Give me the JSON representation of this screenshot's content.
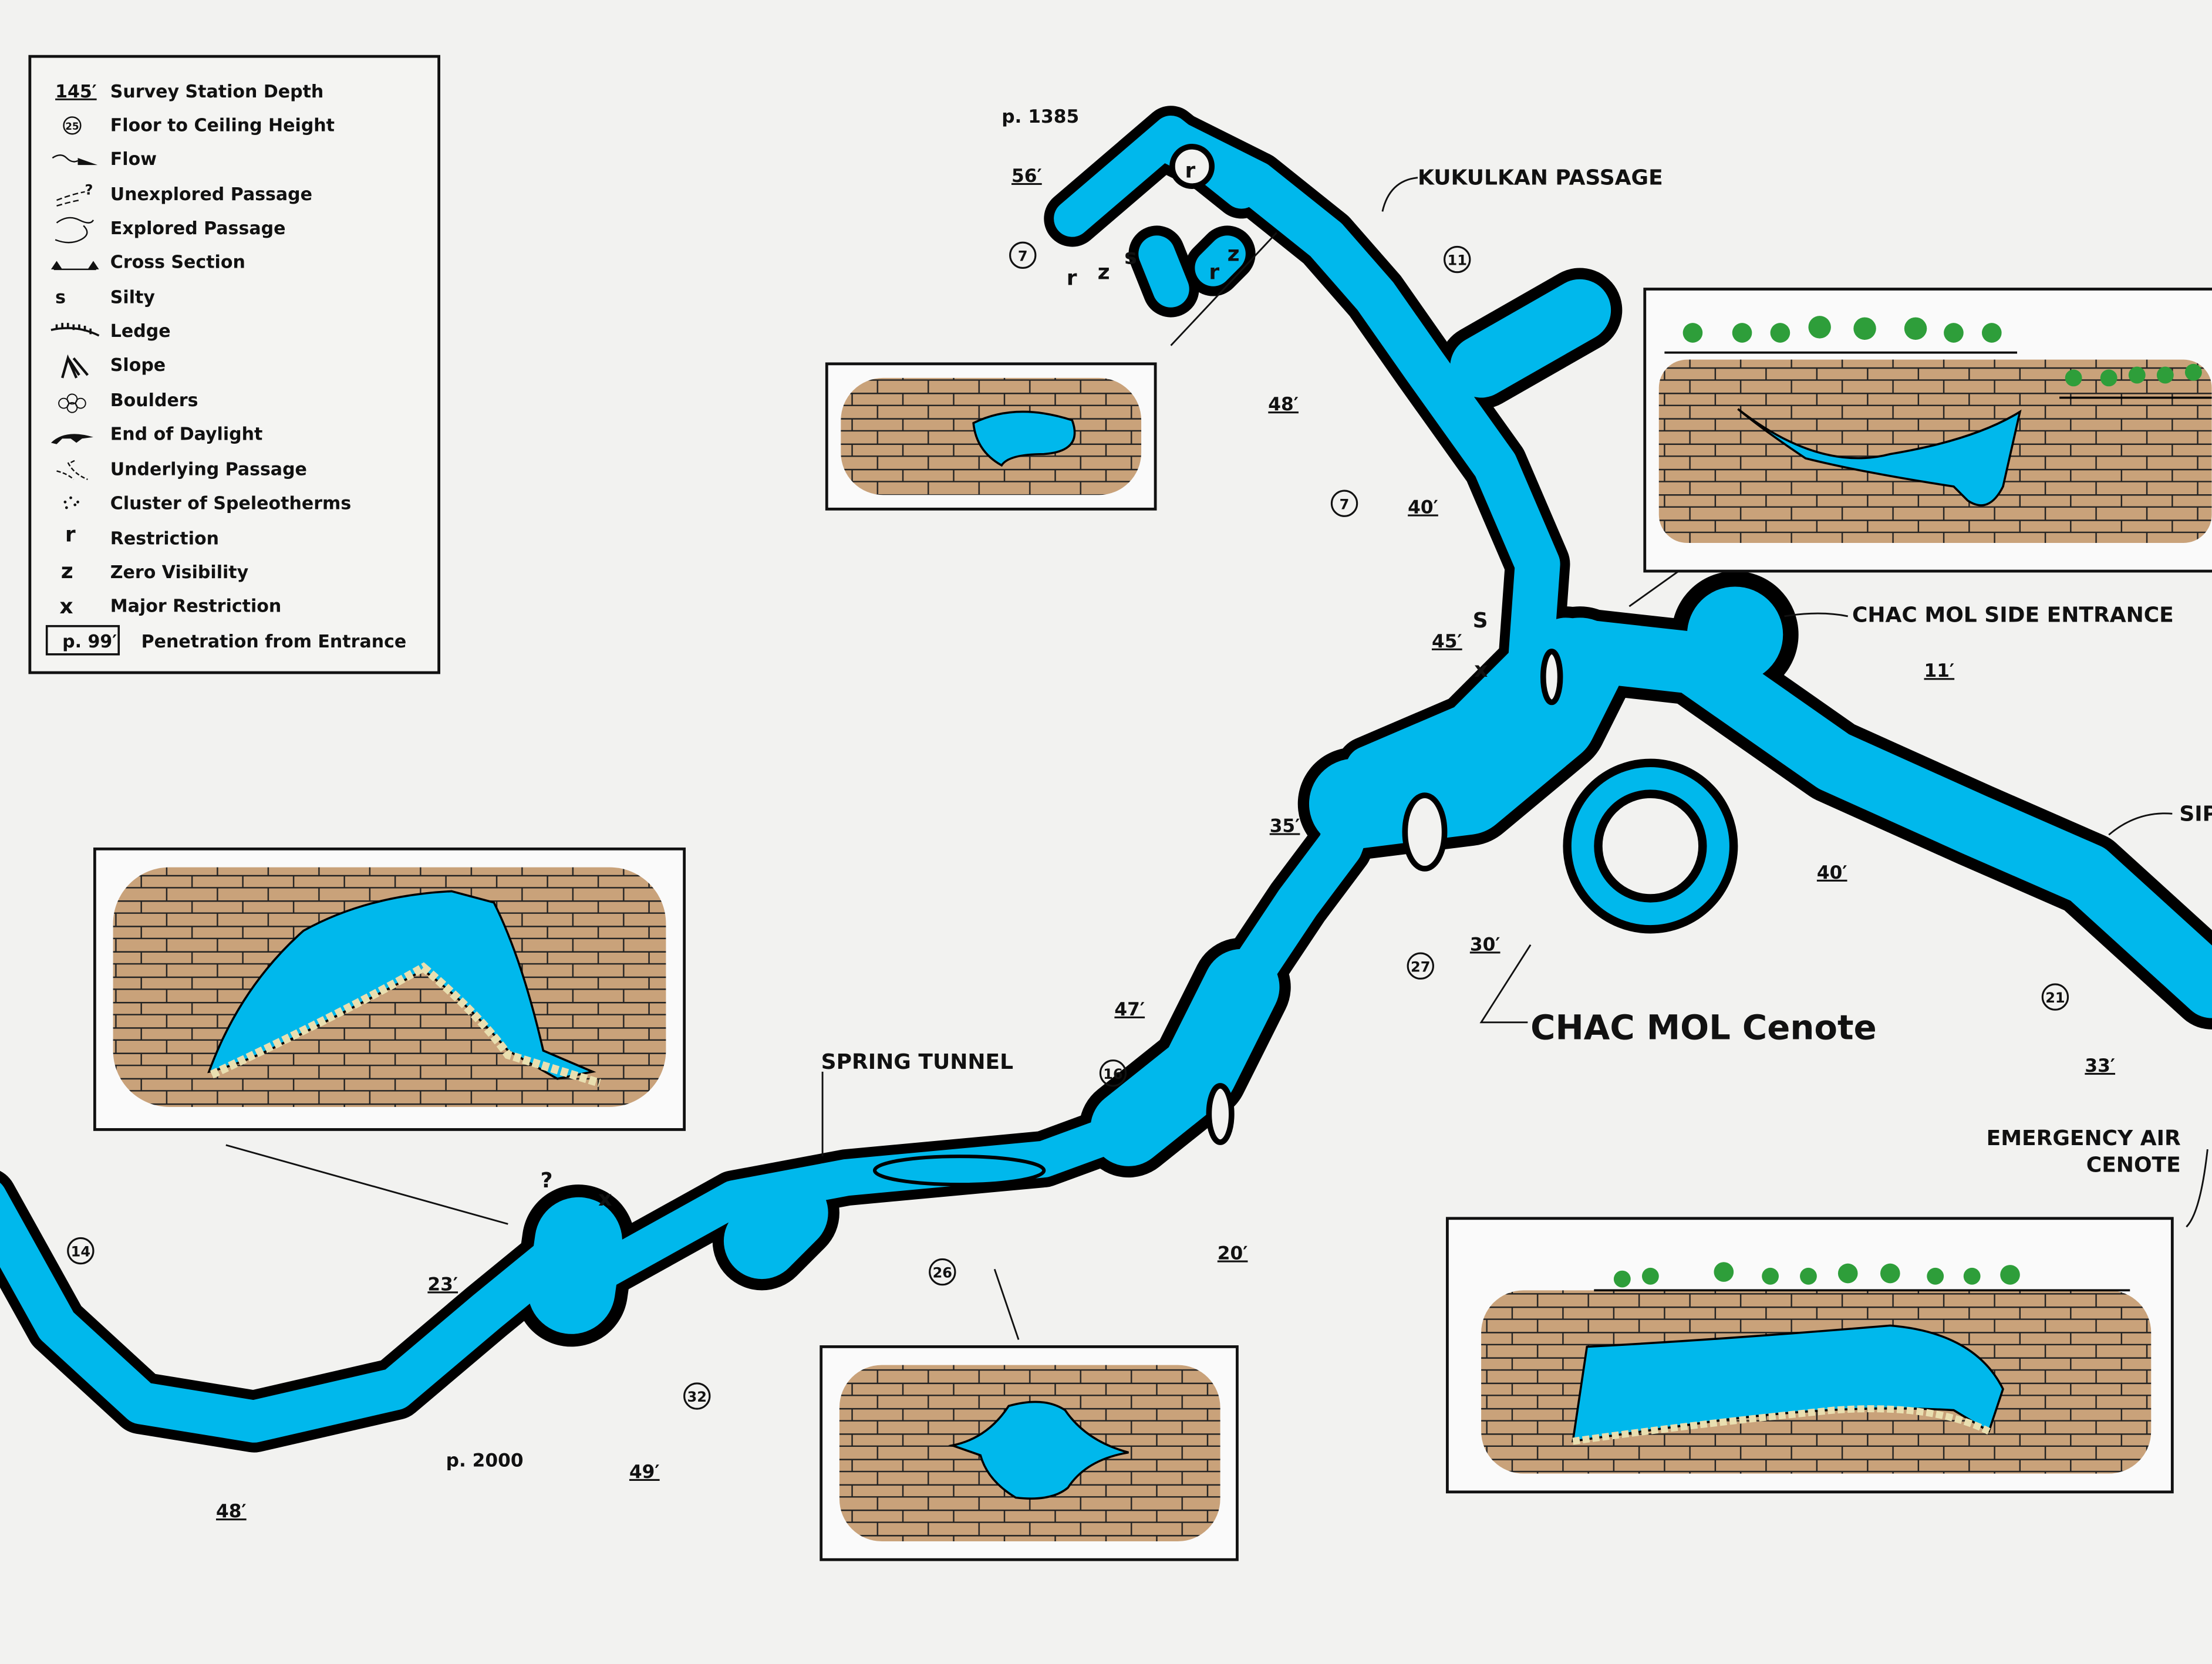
{
  "colors": {
    "water": "#00b8ec",
    "rock": "#c9a27a",
    "outline": "#000000",
    "paper": "#f2f2f0",
    "vegetation": "#2e9e3a"
  },
  "legend": {
    "items": [
      {
        "symbol": "145′",
        "label": "Survey Station Depth",
        "icon": "underlined-depth"
      },
      {
        "symbol": "25",
        "label": "Floor to Ceiling Height",
        "icon": "circled-number"
      },
      {
        "symbol": "",
        "label": "Flow",
        "icon": "flow-arrow-icon"
      },
      {
        "symbol": "?",
        "label": "Unexplored Passage",
        "icon": "dashed-passage-icon"
      },
      {
        "symbol": "",
        "label": "Explored Passage",
        "icon": "passage-line-icon"
      },
      {
        "symbol": "",
        "label": "Cross Section",
        "icon": "cross-section-icon"
      },
      {
        "symbol": "s",
        "label": "Silty",
        "icon": "letter"
      },
      {
        "symbol": "",
        "label": "Ledge",
        "icon": "ledge-icon"
      },
      {
        "symbol": "",
        "label": "Slope",
        "icon": "slope-icon"
      },
      {
        "symbol": "",
        "label": "Boulders",
        "icon": "boulders-icon"
      },
      {
        "symbol": "",
        "label": "End of Daylight",
        "icon": "daylight-icon"
      },
      {
        "symbol": "",
        "label": "Underlying Passage",
        "icon": "underlying-passage-icon"
      },
      {
        "symbol": "",
        "label": "Cluster of Speleotherms",
        "icon": "speleothem-icon"
      },
      {
        "symbol": "r",
        "label": "Restriction",
        "icon": "letter"
      },
      {
        "symbol": "z",
        "label": "Zero Visibility",
        "icon": "letter"
      },
      {
        "symbol": "x",
        "label": "Major Restriction",
        "icon": "letter"
      },
      {
        "symbol": "p. 99′",
        "label": "Penetration from Entrance",
        "icon": "boxed-text"
      }
    ]
  },
  "names": {
    "kukulkan": "KUKULKAN PASSAGE",
    "side_entrance": "CHAC MOL SIDE ENTRANCE",
    "siphon": "SIP",
    "cenote": "CHAC MOL Cenote",
    "spring": "SPRING TUNNEL",
    "emergency_1": "EMERGENCY AIR",
    "emergency_2": "CENOTE"
  },
  "penetration": {
    "p1": "p. 1385",
    "p2": "p. 2000"
  },
  "depths": {
    "d56": "56′",
    "d48a": "48′",
    "d40a": "40′",
    "d45": "45′",
    "d11": "11′",
    "d35": "35′",
    "d40b": "40′",
    "d30": "30′",
    "d33": "33′",
    "d47": "47′",
    "d23": "23′",
    "d20": "20′",
    "d49": "49′",
    "d48b": "48′"
  },
  "heights": {
    "h7a": "7",
    "h11": "11",
    "h7b": "7",
    "h27": "27",
    "h21": "21",
    "h16": "16",
    "h14": "14",
    "h26": "26",
    "h32": "32"
  },
  "markers": {
    "r1": "r",
    "r2": "r",
    "z1": "z",
    "s1": "s",
    "r3": "r",
    "z2": "z",
    "s2": "S",
    "x1": "x",
    "q1": "?",
    "x2": "x"
  }
}
